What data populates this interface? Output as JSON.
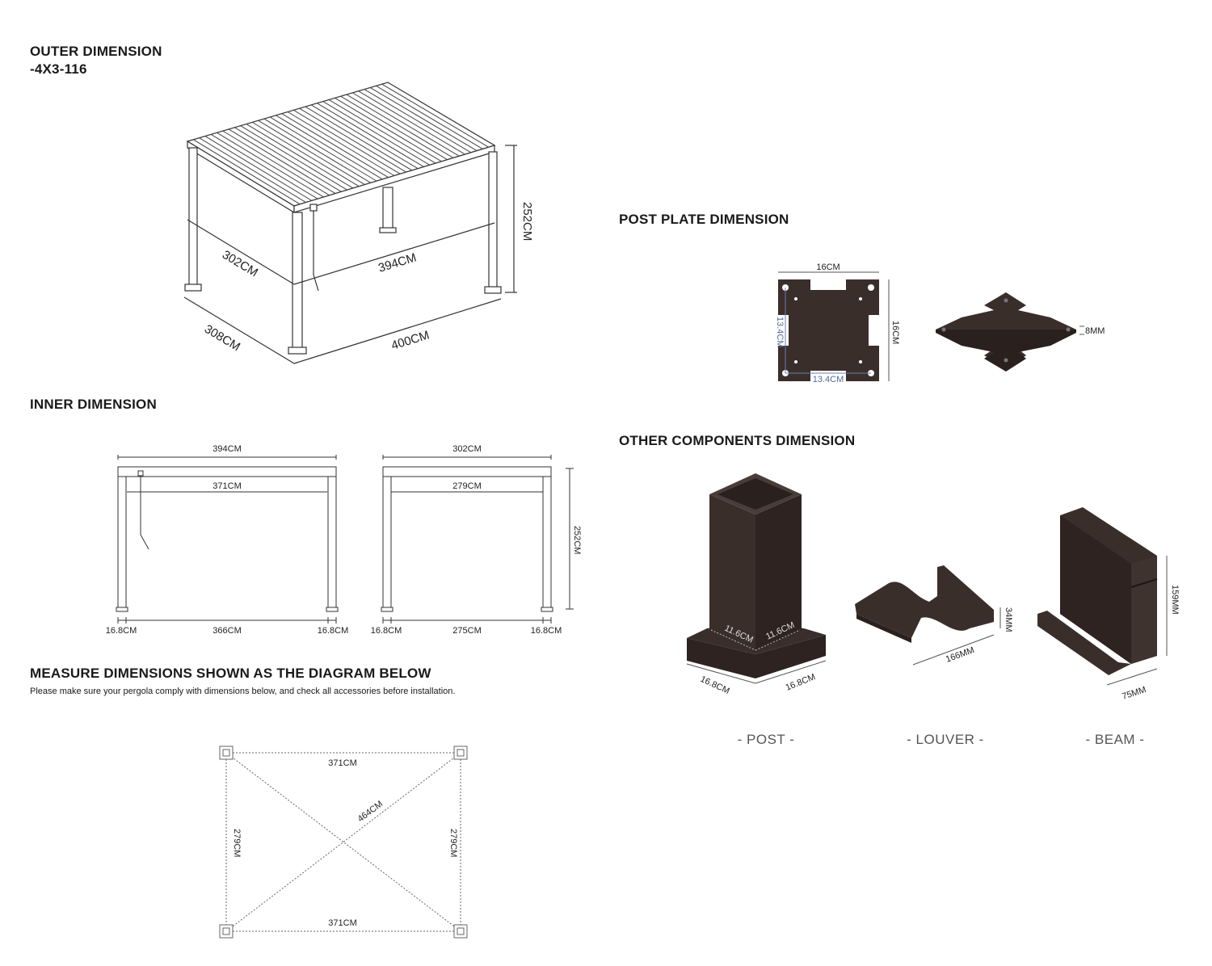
{
  "outer": {
    "title": "OUTER DIMENSION",
    "model": "-4X3-116",
    "height": "252CM",
    "inner_width": "302CM",
    "inner_length": "394CM",
    "outer_width": "308CM",
    "outer_length": "400CM"
  },
  "inner": {
    "title": "INNER DIMENSION",
    "front": {
      "top": "394CM",
      "clear": "371CM",
      "post_left": "16.8CM",
      "gap": "366CM",
      "post_right": "16.8CM"
    },
    "side": {
      "top": "302CM",
      "clear": "279CM",
      "height": "252CM",
      "post_left": "16.8CM",
      "gap": "275CM",
      "post_right": "16.8CM"
    }
  },
  "measure": {
    "title": "MEASURE DIMENSIONS SHOWN AS THE DIAGRAM BELOW",
    "note": "Please make sure your pergola comply with dimensions below, and check all accessories before installation.",
    "top": "371CM",
    "bottom": "371CM",
    "left": "279CM",
    "right": "279CM",
    "diagonal": "464CM"
  },
  "post_plate": {
    "title": "POST PLATE DIMENSION",
    "width": "16CM",
    "height": "16CM",
    "hole_x": "13.4CM",
    "hole_y": "13.4CM",
    "thickness": "8MM"
  },
  "components": {
    "title": "OTHER COMPONENTS DIMENSION",
    "post": {
      "caption": "- POST -",
      "w1": "11.6CM",
      "w2": "11.6CM",
      "base1": "16.8CM",
      "base2": "16.8CM"
    },
    "louver": {
      "caption": "- LOUVER -",
      "height": "34MM",
      "width": "166MM"
    },
    "beam": {
      "caption": "- BEAM -",
      "height": "159MM",
      "width": "75MM"
    }
  },
  "colors": {
    "component": "#3a2e2b",
    "line": "#333333",
    "dim": "#555555"
  }
}
